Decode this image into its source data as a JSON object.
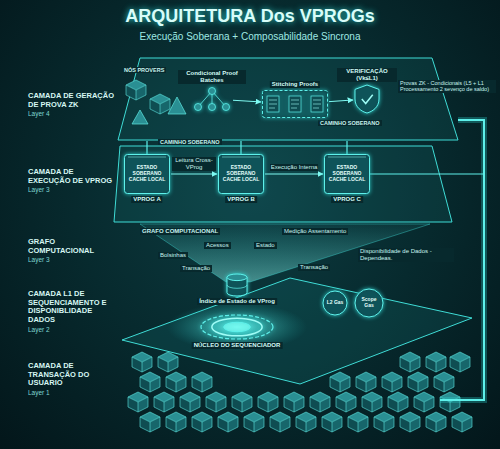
{
  "diagram": {
    "title": "ARQUITETURA Dos VPROGs",
    "nodes": [
      {
        "text": [
          "Condicional Proof Batches"
        ]
      },
      {
        "text": [
          "Stitching Proofs"
        ]
      },
      {
        "text": [
          "VERIFICAÇÃO (Vk≤L1)"
        ]
      },
      {
        "text": [
          "ESTADO SOBERANO",
          "CACHE LOCAL",
          "VPROG A"
        ]
      },
      {
        "text": [
          "ESTADO SOBERANO",
          "CACHE LOCAL",
          "VPROG B"
        ]
      },
      {
        "text": [
          "ESTADO SOBERANO",
          "CACHE LOCAL",
          "VPROG C"
        ]
      },
      {
        "text": [
          "Índice de Estado de VProg"
        ]
      },
      {
        "text": [
          "L2 Gas"
        ]
      },
      {
        "text": [
          "Scope Gas"
        ]
      },
      {
        "text": [
          "NÚCLEO DO SEQUENCIADOR"
        ]
      }
    ],
    "edges": [
      {
        "from": 0,
        "to": 1,
        "arrow": "to"
      },
      {
        "from": 1,
        "to": 2,
        "arrow": "to"
      },
      {
        "from": 3,
        "to": 4,
        "label": "Leitura Cross-VProg",
        "arrow": "to"
      },
      {
        "from": 4,
        "to": 5,
        "label": "Execução Interna",
        "arrow": "to"
      }
    ],
    "labels": [
      "Execução Soberana + Composabilidade Sincrona",
      "CAMADA DE GERAÇÃO DE PROVA ZK",
      "Layer 4",
      "NÓS PROVERS",
      "Provas ZK - Condicionais (L5 + L1 Processamento 2 sevenço de saldo)",
      "CAMINHO SOBERANO",
      "CAMINHO SOBERANO",
      "CAMADA DE EXECUÇÃO DE VPROG",
      "Layer 3",
      "GRAFO COMPUTACIONAL",
      "Layer 3",
      "GRAFO COMPUTACIONAL",
      "Acessos",
      "Estado",
      "Bolsinhas",
      "Medição Assentamento",
      "Transação",
      "Transação",
      "Disponibilidade de Dados - Dependeas.",
      "CAMADA L1 DE SEQUENCIAMENTO E DISPONIBLIDADE DADOS",
      "Layer 2",
      "CAMADA DE TRANSAÇÃO DO USUARIO",
      "Layer 1"
    ]
  }
}
